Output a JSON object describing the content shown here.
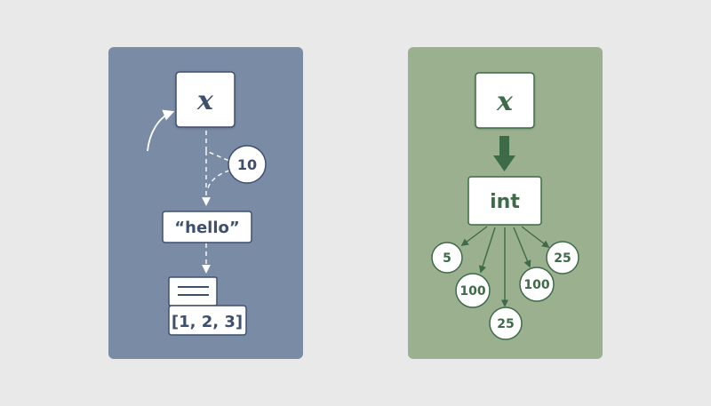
{
  "left_panel": {
    "color": "#7a8ba6",
    "ink": "#3f4f6e",
    "variable": "x",
    "values": {
      "number": "10",
      "string": "“hello”",
      "list": "[1, 2, 3]"
    }
  },
  "right_panel": {
    "color": "#9bb08f",
    "ink": "#3d6b47",
    "variable": "x",
    "type_name": "int",
    "values": [
      "5",
      "25",
      "100",
      "100",
      "25"
    ]
  }
}
